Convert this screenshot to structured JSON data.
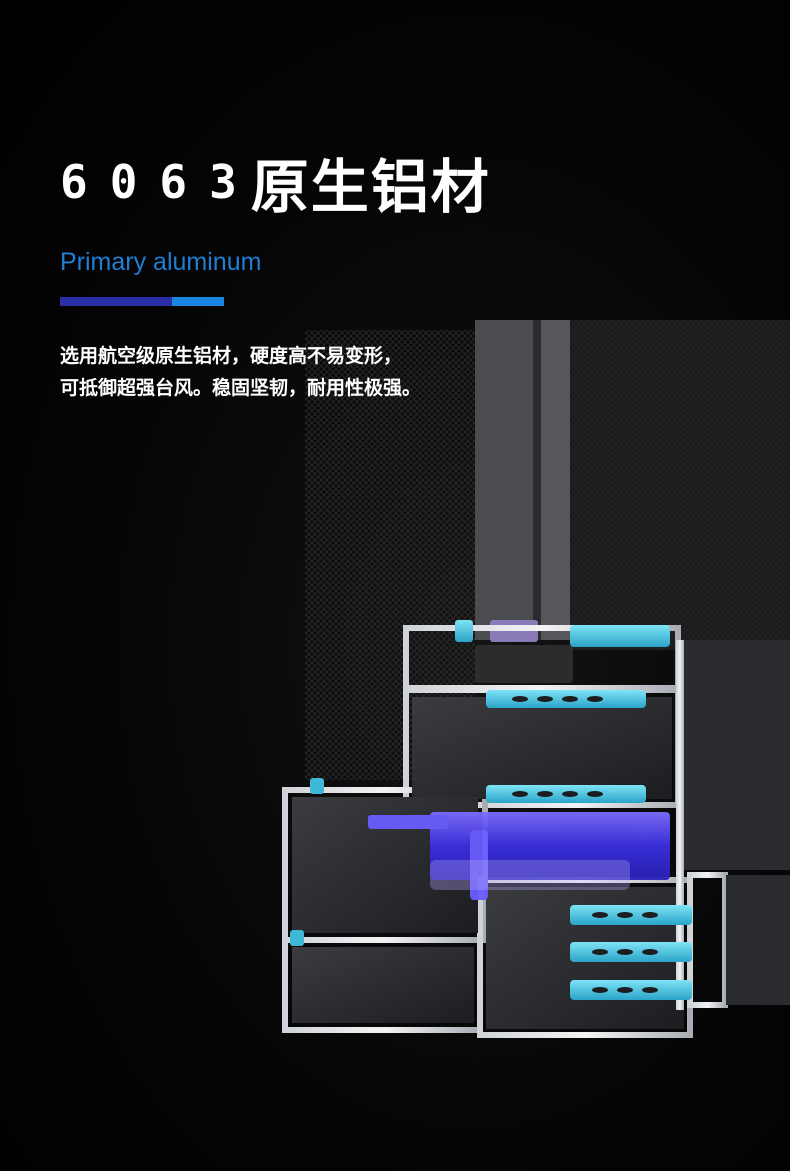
{
  "title": {
    "number": "6063",
    "chinese": "原生铝材"
  },
  "subtitle": "Primary aluminum",
  "description": {
    "line1": "选用航空级原生铝材，硬度高不易变形，",
    "line2": "可抵御超强台风。稳固坚韧，耐用性极强。"
  },
  "colors": {
    "background": "#000000",
    "accent_blue": "#1f7fd6",
    "bar_dark": "#2a2fa8",
    "bar_light": "#1a86e0",
    "seal_cyan": "#3fb8d8",
    "highlight_purple": "#5a4cf0"
  }
}
